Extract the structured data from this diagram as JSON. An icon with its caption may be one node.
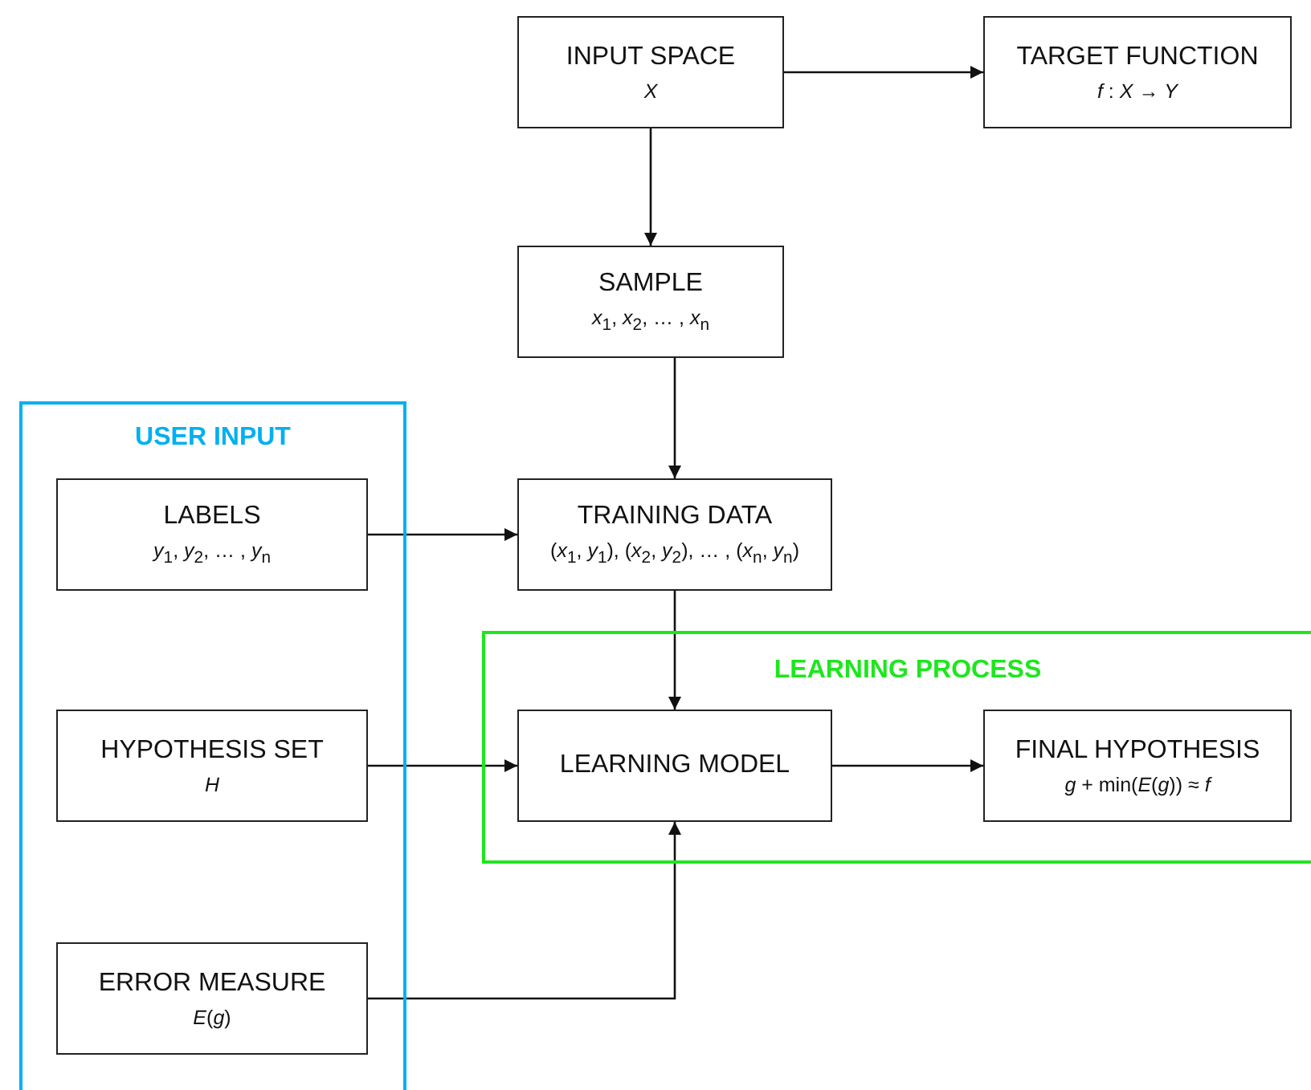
{
  "diagram": {
    "nodes": [
      {
        "text": [
          "INPUT SPACE",
          "*X*"
        ]
      },
      {
        "text": [
          "TARGET FUNCTION",
          "*f* : *X* → *Y*"
        ]
      },
      {
        "text": [
          "SAMPLE",
          "*x*$_{1}$, *x*$_{2}$, … , *x*$_{n}$"
        ]
      },
      {
        "text": [
          "USER INPUT"
        ]
      },
      {
        "text": [
          "LABELS",
          "*y*$_{1}$, *y*$_{2}$, … , *y*$_{n}$"
        ],
        "in": 3
      },
      {
        "text": [
          "TRAINING DATA",
          "(*x*$_{1}$, *y*$_{1}$), (*x*$_{2}$, *y*$_{2}$), … , (*x*$_{n}$, *y*$_{n}$)"
        ]
      },
      {
        "text": [
          "LEARNING PROCESS"
        ]
      },
      {
        "text": [
          "HYPOTHESIS SET",
          "*H*"
        ],
        "in": 3
      },
      {
        "text": [
          "LEARNING MODEL"
        ],
        "in": 6
      },
      {
        "text": [
          "FINAL HYPOTHESIS",
          "*g* + min(*E*(*g*)) ≈ *f*"
        ],
        "in": 6
      },
      {
        "text": [
          "ERROR MEASURE",
          "*E*(*g*)"
        ],
        "in": 3
      }
    ],
    "edges": [
      {
        "from": 0,
        "to": 1,
        "arrow": "to"
      },
      {
        "from": 0,
        "to": 2,
        "arrow": "to"
      },
      {
        "from": 2,
        "to": 5,
        "arrow": "to"
      },
      {
        "from": 4,
        "to": 5,
        "arrow": "to"
      },
      {
        "from": 5,
        "to": 8,
        "arrow": "to"
      },
      {
        "from": 7,
        "to": 8,
        "arrow": "to"
      },
      {
        "from": 8,
        "to": 9,
        "arrow": "to"
      },
      {
        "from": 10,
        "to": 8,
        "arrow": "to"
      }
    ]
  }
}
